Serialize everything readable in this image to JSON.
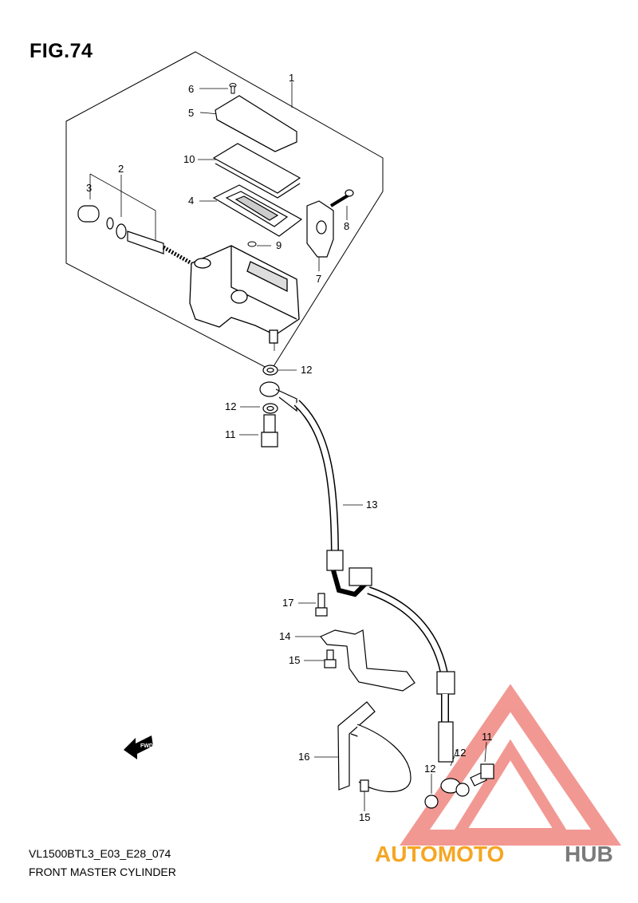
{
  "figure": {
    "title": "FIG.74",
    "model_code": "VL1500BTL3_E03_E28_074",
    "caption": "FRONT MASTER CYLINDER"
  },
  "callouts": [
    "1",
    "2",
    "3",
    "4",
    "5",
    "6",
    "7",
    "8",
    "9",
    "10",
    "11",
    "12",
    "12",
    "13",
    "14",
    "15",
    "16",
    "17",
    "12",
    "11",
    "15"
  ],
  "direction_marker": "FWD",
  "watermark": {
    "left": "AUTOMOTO",
    "right": "HUB",
    "left_color": "#f5a623",
    "right_color": "#7a7a7a",
    "triangle_color": "#e8453c"
  }
}
